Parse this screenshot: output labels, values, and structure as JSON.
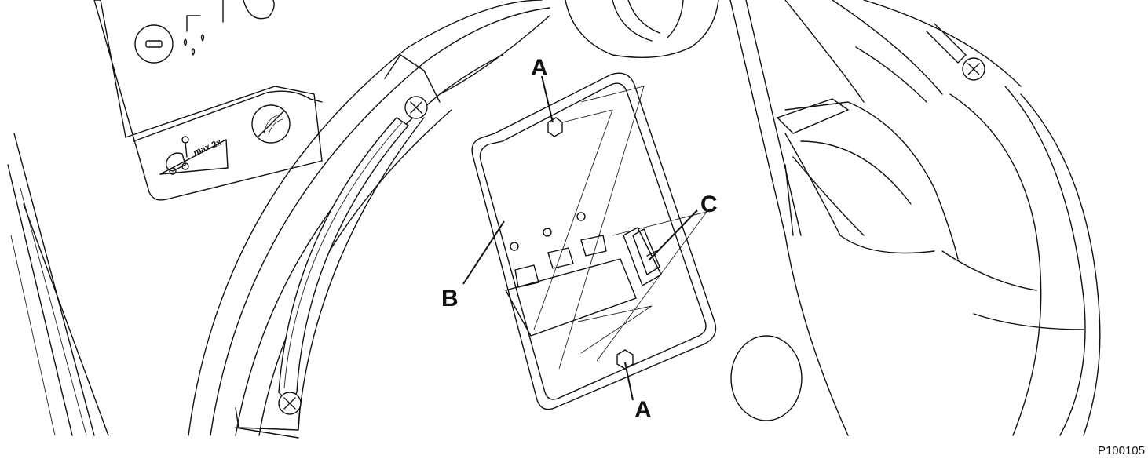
{
  "figure": {
    "id_label": "P100105",
    "callouts": {
      "a_top": "A",
      "a_bottom": "A",
      "b": "B",
      "c": "C"
    },
    "decal": {
      "incline_text": "max 2x"
    },
    "icons": [
      "minus-button-icon",
      "water-drop-icon",
      "no-spray-icon",
      "incline-warning-icon",
      "screw-icon",
      "hex-bolt-icon",
      "rocker-switch-icon"
    ]
  }
}
